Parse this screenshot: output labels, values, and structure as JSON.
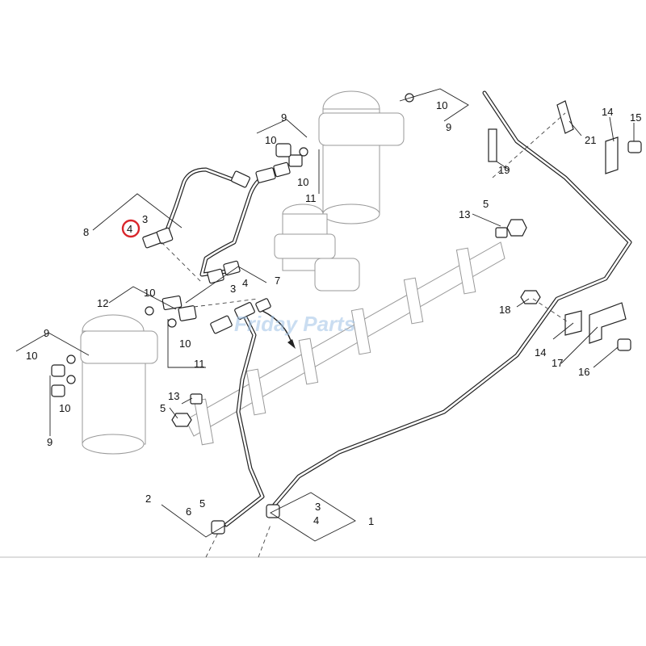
{
  "watermark": "Friday Parts",
  "highlight_color": "#d9262b",
  "callouts": {
    "c1": "1",
    "c2": "2",
    "c3a": "3",
    "c3b": "3",
    "c3c": "3",
    "c4a": "4",
    "c4b": "4",
    "c4c": "4",
    "c5a": "5",
    "c5b": "5",
    "c5c": "5",
    "c6": "6",
    "c7": "7",
    "c8": "8",
    "c9a": "9",
    "c9b": "9",
    "c9c": "9",
    "c9d": "9",
    "c10a": "10",
    "c10b": "10",
    "c10c": "10",
    "c10d": "10",
    "c10e": "10",
    "c10f": "10",
    "c10g": "10",
    "c11a": "11",
    "c11b": "11",
    "c12": "12",
    "c13a": "13",
    "c13b": "13",
    "c14a": "14",
    "c14b": "14",
    "c15": "15",
    "c16": "16",
    "c17": "17",
    "c18": "18",
    "c19": "19",
    "c21": "21"
  }
}
